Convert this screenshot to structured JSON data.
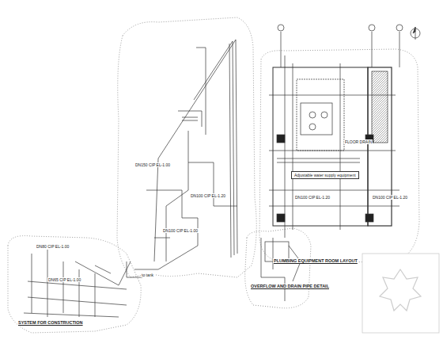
{
  "diagram": {
    "nodes": [
      {
        "text": [
          "Adjustable water supply equipment"
        ]
      }
    ],
    "labels": [
      "PLUMBING EQUIPMENT ROOM LAYOUT",
      "OVERFLOW AND DRAIN PIPE DETAIL",
      "SYSTEM FOR CONSTRUCTION",
      "DN150 CIP EL-1.00",
      "DN100 CIP EL-1.20",
      "DN100 CIP EL-1.00",
      "DN80 CIP EL-1.00",
      "DN100 CIP EL-1.20",
      "DN100 CIP EL-1.20",
      "to tank",
      "DN65 CIP EL-1.00",
      "FLOOR DRAIN"
    ]
  }
}
